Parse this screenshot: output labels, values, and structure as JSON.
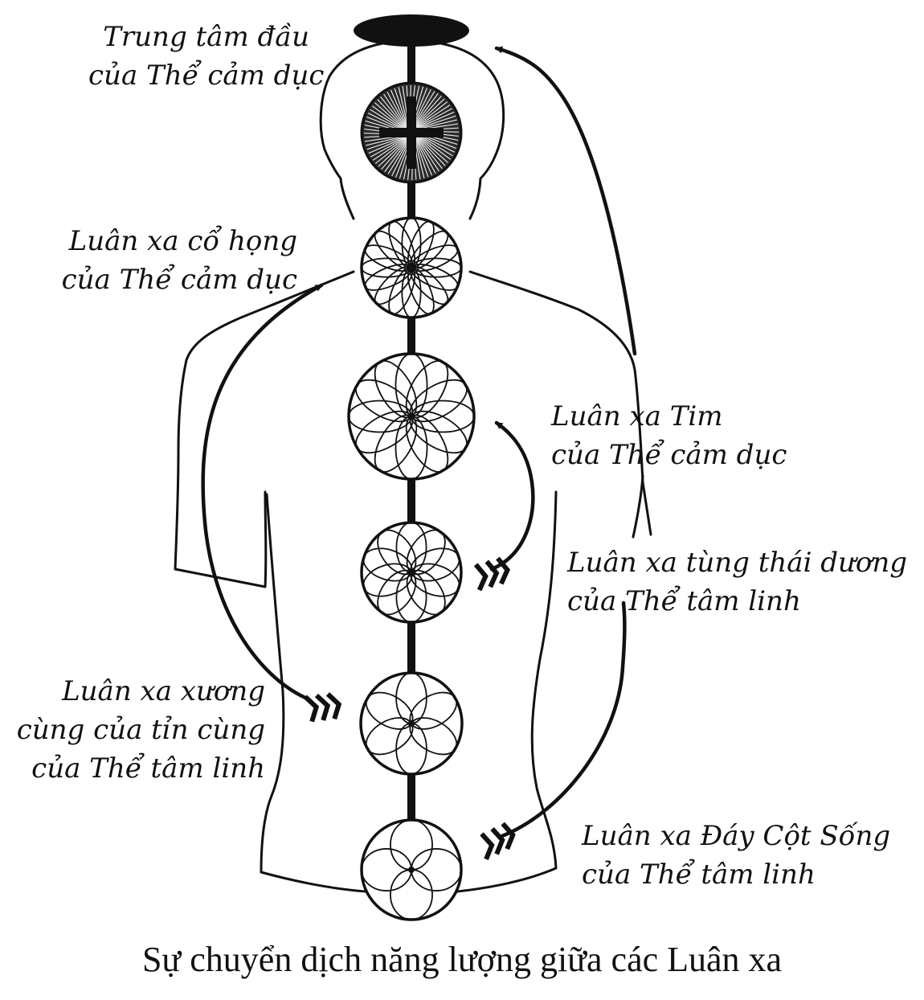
{
  "labels": {
    "head_center": {
      "line1": "Trung tâm đầu",
      "line2": "của Thể cảm dục"
    },
    "throat": {
      "line1": "Luân xa cổ họng",
      "line2": "của Thể cảm dục"
    },
    "heart": {
      "line1": "Luân xa Tim",
      "line2": "của Thể cảm dục"
    },
    "solar_plexus": {
      "line1": "Luân xa tùng thái dương",
      "line2": "của Thể tâm linh"
    },
    "sacral": {
      "line1": "Luân xa xương",
      "line2": "cùng của tỉn cùng",
      "line3": "của Thể tâm linh"
    },
    "base": {
      "line1": "Luân xa Đáy Cột Sống",
      "line2": "của Thể tâm linh"
    }
  },
  "caption": "Sự chuyển dịch năng lượng giữa các Luân xa",
  "chakras": [
    {
      "name": "head-center",
      "petals": 0,
      "style": "solid-disc"
    },
    {
      "name": "ajna",
      "petals": 0,
      "style": "textured"
    },
    {
      "name": "throat",
      "petals": 16,
      "style": "lotus"
    },
    {
      "name": "heart",
      "petals": 12,
      "style": "lotus"
    },
    {
      "name": "solar-plexus",
      "petals": 10,
      "style": "lotus"
    },
    {
      "name": "sacral",
      "petals": 6,
      "style": "lotus"
    },
    {
      "name": "base",
      "petals": 4,
      "style": "lotus"
    }
  ],
  "colors": {
    "ink": "#111111",
    "paper": "#ffffff"
  }
}
